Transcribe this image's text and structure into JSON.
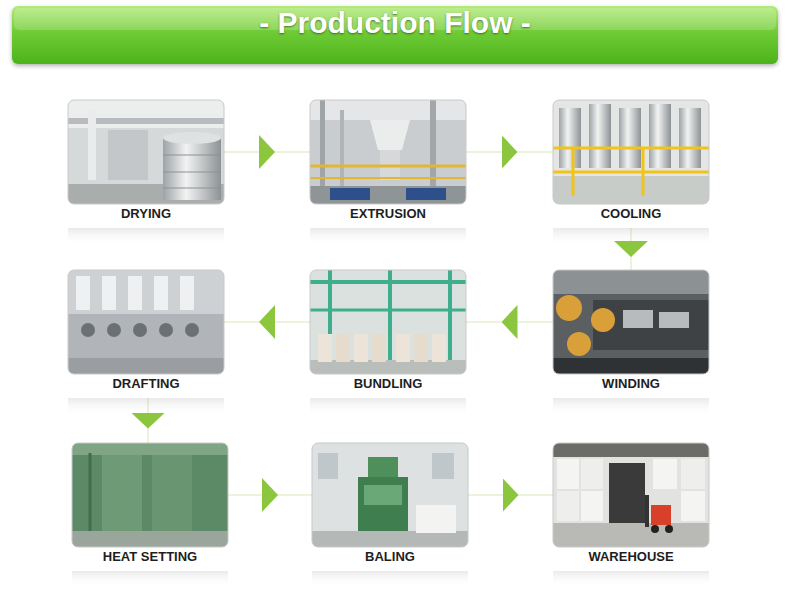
{
  "diagram": {
    "title": "- Production Flow -",
    "nodes": [
      {
        "text": [
          "DRYING"
        ]
      },
      {
        "text": [
          "EXTRUSION"
        ]
      },
      {
        "text": [
          "COOLING"
        ]
      },
      {
        "text": [
          "WINDING"
        ]
      },
      {
        "text": [
          "BUNDLING"
        ]
      },
      {
        "text": [
          "DRAFTING"
        ]
      },
      {
        "text": [
          "HEAT SETTING"
        ]
      },
      {
        "text": [
          "BALING"
        ]
      },
      {
        "text": [
          "WAREHOUSE"
        ]
      }
    ],
    "edges": [
      {
        "from": 0,
        "to": 1,
        "arrow": "to"
      },
      {
        "from": 1,
        "to": 2,
        "arrow": "to"
      },
      {
        "from": 2,
        "to": 3,
        "arrow": "to"
      },
      {
        "from": 3,
        "to": 4,
        "arrow": "to"
      },
      {
        "from": 4,
        "to": 5,
        "arrow": "to"
      },
      {
        "from": 5,
        "to": 6,
        "arrow": "to"
      },
      {
        "from": 6,
        "to": 7,
        "arrow": "to"
      },
      {
        "from": 7,
        "to": 8,
        "arrow": "to"
      }
    ]
  }
}
